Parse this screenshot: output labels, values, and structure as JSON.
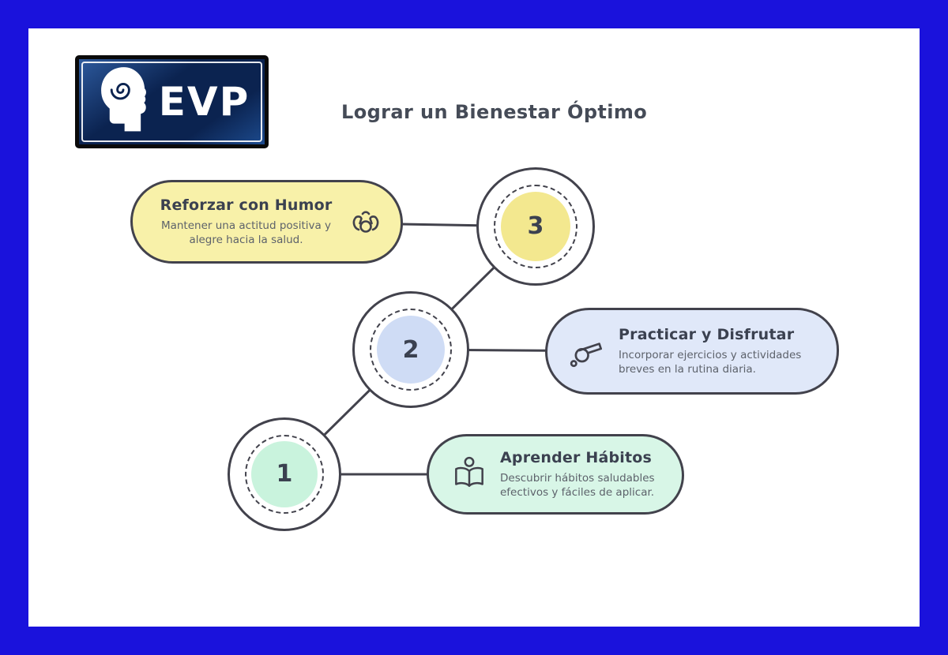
{
  "canvas": {
    "border_color": "#1a12dc",
    "background": "#ffffff",
    "stroke_color": "#42424c"
  },
  "logo": {
    "text": "EVP",
    "icon": "head-spiral-icon",
    "background": "#0b2350"
  },
  "title": "Lograr un Bienestar Óptimo",
  "steps": [
    {
      "number": "1",
      "title": "Aprender Hábitos",
      "description": "Descubrir hábitos saludables efectivos y fáciles de aplicar.",
      "icon": "reading-person-icon",
      "fill": "#d8f6e7",
      "circle_fill": "#c9f3dd"
    },
    {
      "number": "2",
      "title": "Practicar y Disfrutar",
      "description": "Incorporar ejercicios y actividades breves en la rutina diaria.",
      "icon": "whistle-icon",
      "fill": "#e0e8f9",
      "circle_fill": "#cfdcf5"
    },
    {
      "number": "3",
      "title": "Reforzar con Humor",
      "description": "Mantener una actitud positiva y alegre hacia la salud.",
      "icon": "flex-arms-icon",
      "fill": "#f8f1a9",
      "circle_fill": "#f3e88f"
    }
  ]
}
